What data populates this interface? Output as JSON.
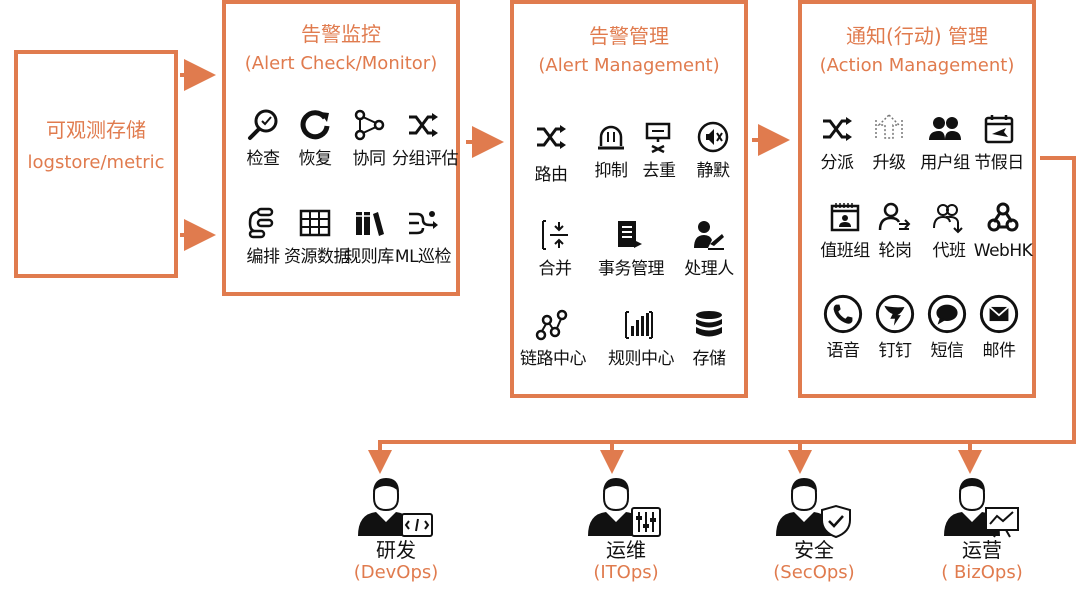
{
  "source": {
    "title": "可观测存储",
    "subtitle": "logstore/metric"
  },
  "alert_check": {
    "title": "告警监控",
    "subtitle": "(Alert Check/Monitor)",
    "items": [
      {
        "label": "检查",
        "icon": "magnify-check-icon"
      },
      {
        "label": "恢复",
        "icon": "refresh-icon"
      },
      {
        "label": "协同",
        "icon": "share-nodes-icon"
      },
      {
        "label": "分组评估",
        "icon": "shuffle-icon"
      },
      {
        "label": "编排",
        "icon": "orchestrate-icon"
      },
      {
        "label": "资源数据",
        "icon": "table-icon"
      },
      {
        "label": "规则库",
        "icon": "books-icon"
      },
      {
        "label": "ML巡检",
        "icon": "ml-flow-icon"
      }
    ]
  },
  "alert_mgmt": {
    "title": "告警管理",
    "subtitle": "(Alert Management)",
    "items": [
      {
        "label": "路由",
        "icon": "shuffle-icon"
      },
      {
        "label": "抑制",
        "icon": "siren-icon"
      },
      {
        "label": "去重",
        "icon": "dedupe-icon"
      },
      {
        "label": "静默",
        "icon": "mute-icon"
      },
      {
        "label": "合并",
        "icon": "merge-icon"
      },
      {
        "label": "事务管理",
        "icon": "document-icon"
      },
      {
        "label": "处理人",
        "icon": "handler-icon"
      },
      {
        "label": "链路中心",
        "icon": "link-path-icon"
      },
      {
        "label": "规则中心",
        "icon": "bar-chart-icon"
      },
      {
        "label": "存储",
        "icon": "database-icon"
      }
    ]
  },
  "action_mgmt": {
    "title": "通知(行动) 管理",
    "subtitle": "(Action Management)",
    "items": [
      {
        "label": "分派",
        "icon": "shuffle-icon"
      },
      {
        "label": "升级",
        "icon": "upgrade-icon"
      },
      {
        "label": "用户组",
        "icon": "users-icon"
      },
      {
        "label": "节假日",
        "icon": "holiday-calendar-icon"
      },
      {
        "label": "值班组",
        "icon": "duty-calendar-icon"
      },
      {
        "label": "轮岗",
        "icon": "rotate-user-icon"
      },
      {
        "label": "代班",
        "icon": "substitute-user-icon"
      },
      {
        "label": "WebHK",
        "icon": "webhook-icon"
      },
      {
        "label": "语音",
        "icon": "phone-icon"
      },
      {
        "label": "钉钉",
        "icon": "dingtalk-icon"
      },
      {
        "label": "短信",
        "icon": "sms-icon"
      },
      {
        "label": "邮件",
        "icon": "mail-icon"
      }
    ]
  },
  "audiences": [
    {
      "name": "研发",
      "en": "(DevOps)",
      "icon": "developer-icon"
    },
    {
      "name": "运维",
      "en": "(ITOps)",
      "icon": "operator-icon"
    },
    {
      "name": "安全",
      "en": "(SecOps)",
      "icon": "security-icon"
    },
    {
      "name": "运营",
      "en": "( BizOps)",
      "icon": "business-icon"
    }
  ],
  "colors": {
    "accent": "#e07b4e",
    "text": "#111111",
    "icon": "#111111"
  }
}
